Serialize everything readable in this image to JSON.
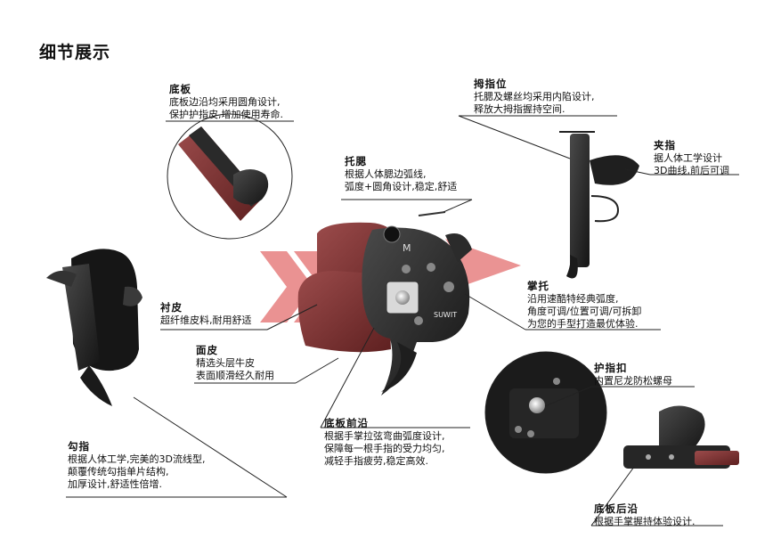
{
  "page_title": "细节展示",
  "colors": {
    "accent_red": "#d93a3a",
    "leather_red": "#7a2e2e",
    "metal_dark": "#2a2a2a",
    "text": "#111111"
  },
  "annotations": {
    "base_plate": {
      "title": "底板",
      "lines": [
        "底板边沿均采用圆角设计,",
        "保护护指皮,增加使用寿命."
      ]
    },
    "thumb_pos": {
      "title": "拇指位",
      "lines": [
        "托腮及螺丝均采用内陷设计,",
        "释放大拇指握持空间."
      ]
    },
    "finger_clip": {
      "title": "夹指",
      "lines": [
        "据人体工学设计",
        "3D曲线,前后可调"
      ]
    },
    "cheek_rest": {
      "title": "托腮",
      "lines": [
        "根据人体腮边弧线,",
        "弧度+圆角设计,稳定,舒适"
      ]
    },
    "palm_rest": {
      "title": "掌托",
      "lines": [
        "沿用速酷特经典弧度,",
        "角度可调/位置可调/可拆卸",
        "为您的手型打造最优体验."
      ]
    },
    "lining": {
      "title": "衬皮",
      "lines": [
        "超纤维皮料,耐用舒适"
      ]
    },
    "face_leather": {
      "title": "面皮",
      "lines": [
        "精选头层牛皮",
        "表面顺滑经久耐用"
      ]
    },
    "anti_loose_nut": {
      "title": "护指扣",
      "lines": [
        "内置尼龙防松螺母"
      ]
    },
    "front_edge": {
      "title": "底板前沿",
      "lines": [
        "根据手掌拉弦弯曲弧度设计,",
        "保障每一根手指的受力均匀,",
        "减轻手指疲劳,稳定高效."
      ]
    },
    "hook_finger": {
      "title": "勾指",
      "lines": [
        "根据人体工学,完美的3D流线型,",
        "颠覆传统勾指单片结构,",
        "加厚设计,舒适性倍增."
      ]
    },
    "rear_edge": {
      "title": "底板后沿",
      "lines": [
        "根据手掌握持体验设计."
      ]
    }
  },
  "product": {
    "brand_mark": "SUWIT",
    "plate_letter": "M"
  }
}
